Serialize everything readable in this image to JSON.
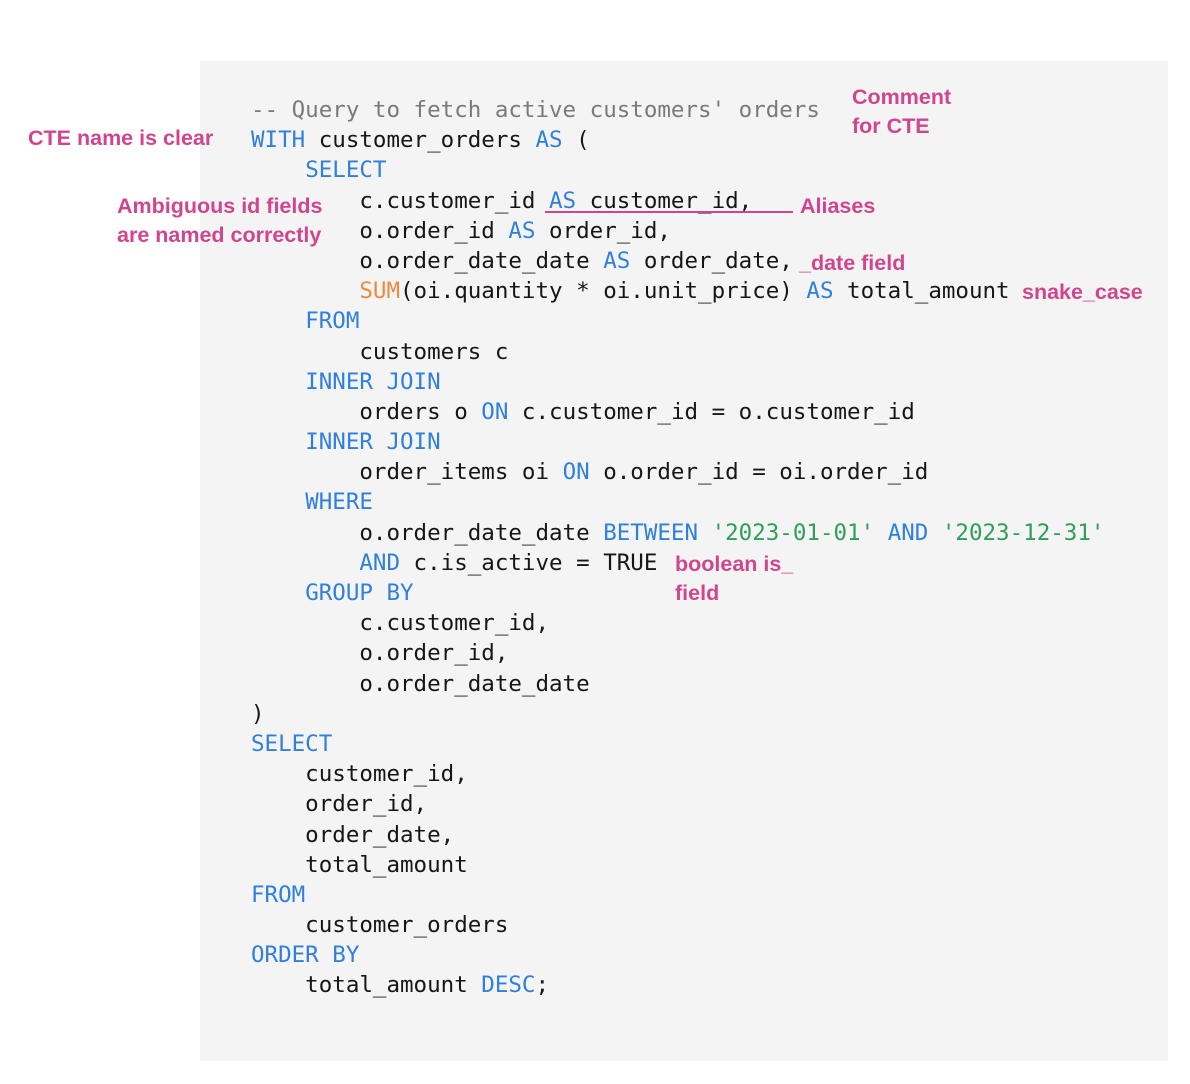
{
  "code": {
    "lines": [
      [
        {
          "t": "-- Query to fetch active customers' orders",
          "c": "cm"
        }
      ],
      [
        {
          "t": "WITH",
          "c": "kw"
        },
        {
          "t": " customer_orders "
        },
        {
          "t": "AS",
          "c": "kw"
        },
        {
          "t": " ("
        }
      ],
      [
        {
          "t": "    "
        },
        {
          "t": "SELECT",
          "c": "kw"
        }
      ],
      [
        {
          "t": "        c.customer_id "
        },
        {
          "t": "AS",
          "c": "kw"
        },
        {
          "t": " customer_id,"
        }
      ],
      [
        {
          "t": "        o.order_id "
        },
        {
          "t": "AS",
          "c": "kw"
        },
        {
          "t": " order_id,"
        }
      ],
      [
        {
          "t": "        o.order_date_date "
        },
        {
          "t": "AS",
          "c": "kw"
        },
        {
          "t": " order_date,"
        }
      ],
      [
        {
          "t": "        "
        },
        {
          "t": "SUM",
          "c": "fn"
        },
        {
          "t": "(oi.quantity * oi.unit_price) "
        },
        {
          "t": "AS",
          "c": "kw"
        },
        {
          "t": " total_amount"
        }
      ],
      [
        {
          "t": "    "
        },
        {
          "t": "FROM",
          "c": "kw"
        }
      ],
      [
        {
          "t": "        customers c"
        }
      ],
      [
        {
          "t": "    "
        },
        {
          "t": "INNER JOIN",
          "c": "kw"
        }
      ],
      [
        {
          "t": "        orders o "
        },
        {
          "t": "ON",
          "c": "kw"
        },
        {
          "t": " c.customer_id = o.customer_id"
        }
      ],
      [
        {
          "t": "    "
        },
        {
          "t": "INNER JOIN",
          "c": "kw"
        }
      ],
      [
        {
          "t": "        order_items oi "
        },
        {
          "t": "ON",
          "c": "kw"
        },
        {
          "t": " o.order_id = oi.order_id"
        }
      ],
      [
        {
          "t": "    "
        },
        {
          "t": "WHERE",
          "c": "kw"
        }
      ],
      [
        {
          "t": "        o.order_date_date "
        },
        {
          "t": "BETWEEN",
          "c": "kw"
        },
        {
          "t": " "
        },
        {
          "t": "'2023-01-01'",
          "c": "str"
        },
        {
          "t": " "
        },
        {
          "t": "AND",
          "c": "kw"
        },
        {
          "t": " "
        },
        {
          "t": "'2023-12-31'",
          "c": "str"
        }
      ],
      [
        {
          "t": "        "
        },
        {
          "t": "AND",
          "c": "kw"
        },
        {
          "t": " c.is_active = TRUE"
        }
      ],
      [
        {
          "t": "    "
        },
        {
          "t": "GROUP BY",
          "c": "kw"
        }
      ],
      [
        {
          "t": "        c.customer_id,"
        }
      ],
      [
        {
          "t": "        o.order_id,"
        }
      ],
      [
        {
          "t": "        o.order_date_date"
        }
      ],
      [
        {
          "t": ")"
        }
      ],
      [
        {
          "t": "SELECT",
          "c": "kw"
        }
      ],
      [
        {
          "t": "    customer_id,"
        }
      ],
      [
        {
          "t": "    order_id,"
        }
      ],
      [
        {
          "t": "    order_date,"
        }
      ],
      [
        {
          "t": "    total_amount"
        }
      ],
      [
        {
          "t": "FROM",
          "c": "kw"
        }
      ],
      [
        {
          "t": "    customer_orders"
        }
      ],
      [
        {
          "t": "ORDER BY",
          "c": "kw"
        }
      ],
      [
        {
          "t": "    total_amount "
        },
        {
          "t": "DESC",
          "c": "kw"
        },
        {
          "t": ";"
        }
      ]
    ]
  },
  "annotations": {
    "comment_cte_1": "Comment",
    "comment_cte_2": "for CTE",
    "cte_name": "CTE name is clear",
    "ambiguous_1": "Ambiguous id fields",
    "ambiguous_2": "are named correctly",
    "aliases": "Aliases",
    "date_field": "_date field",
    "snake_case": "snake_case",
    "boolean_1": "boolean is_",
    "boolean_2": "field"
  },
  "colors": {
    "keyword": "#2f7fdc",
    "function": "#ef8a3a",
    "string": "#2f9e57",
    "comment": "#7a7a7a",
    "annotation": "#d1458f",
    "panel_background": "#f4f4f4"
  }
}
